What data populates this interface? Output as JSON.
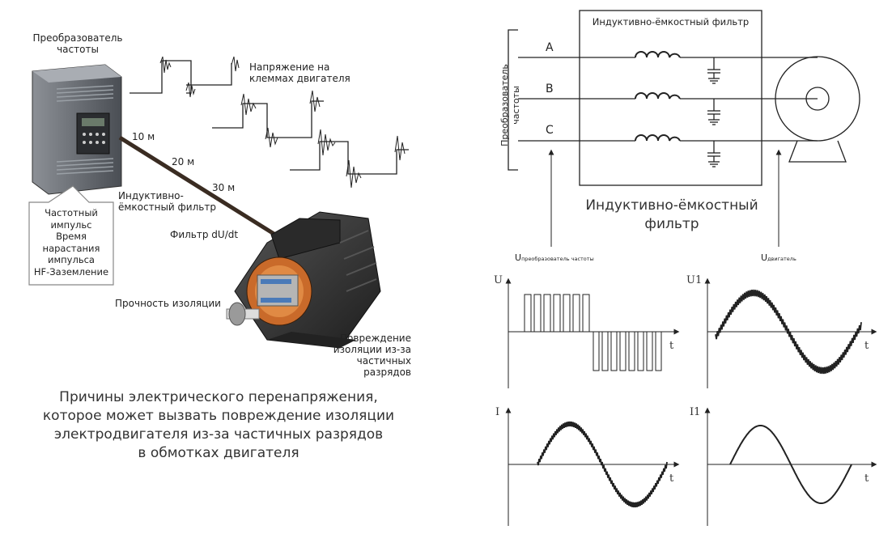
{
  "left": {
    "converter_label": "Преобразователь\nчастоты",
    "voltage_label": "Напряжение на\nклеммах двигателя",
    "dist_10": "10 м",
    "dist_20": "20 м",
    "dist_30": "30 м",
    "lc_filter_label": "Индуктивно-\nёмкостный фильтр",
    "dudt_filter_label": "Фильтр dU/dt",
    "insulation_strength": "Прочность изоляции",
    "damage_label": "Повреждение\nизоляции из-за\nчастичных разрядов",
    "box_lines": [
      "Частотный",
      "импульс",
      "Время",
      "нарастания",
      "импульса",
      "HF-Заземление"
    ],
    "caption_lines": [
      "Причины электрического перенапряжения,",
      "которое может вызвать повреждение изоляции",
      "электродвигателя из-за частичных разрядов",
      "в обмотках двигателя"
    ]
  },
  "right": {
    "filter_box_title": "Индуктивно-ёмкостный фильтр",
    "converter_vertical": "Преобразователь частоты",
    "phases": [
      "A",
      "B",
      "C"
    ],
    "filter_caption": "Индуктивно-ёмкостный\nфильтр",
    "u_main": "U",
    "u_conv_sub": "преобразователь частоты",
    "u_motor_sub": "двигатель",
    "graphs": {
      "u": {
        "y": "U",
        "x": "t"
      },
      "u1": {
        "y": "U1",
        "x": "t"
      },
      "i": {
        "y": "I",
        "x": "t"
      },
      "i1": {
        "y": "I1",
        "x": "t"
      }
    }
  },
  "colors": {
    "line": "#222222",
    "drive_body": "#5a5e64",
    "motor_body": "#3a3a3a",
    "winding": "#c96a2a",
    "cable": "#3a2c22"
  }
}
